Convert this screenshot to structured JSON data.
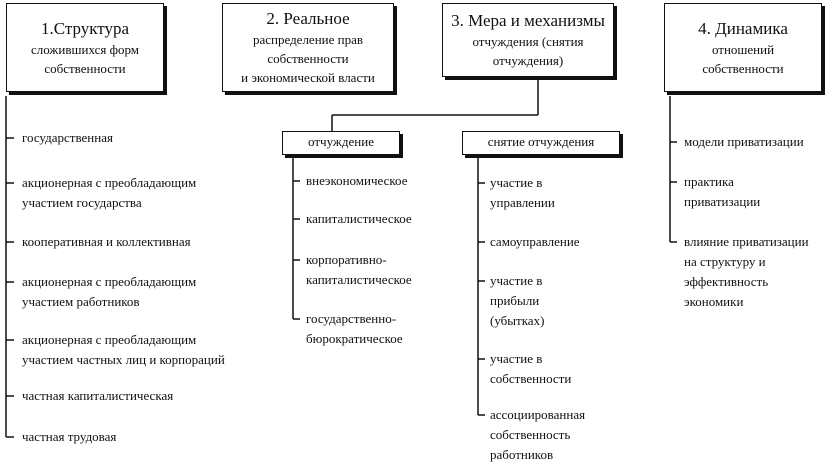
{
  "boxes": {
    "b1": {
      "title": "1.Структура",
      "lines": [
        "сложившихся форм",
        "собственности"
      ]
    },
    "b2": {
      "title": "2. Реальное",
      "lines": [
        "распределение прав",
        "собственности",
        "и экономической власти"
      ]
    },
    "b3": {
      "title": "3. Мера и механизмы",
      "lines": [
        "отчуждения (снятия",
        "отчуждения)"
      ]
    },
    "b4": {
      "title": "4. Динамика",
      "lines": [
        "отношений",
        "собственности"
      ]
    }
  },
  "sub": {
    "alienation": "отчуждение",
    "removal": "снятие отчуждения"
  },
  "col1": [
    [
      "государственная"
    ],
    [
      "акционерная с преобладающим",
      "участием  государства"
    ],
    [
      "кооперативная и коллективная"
    ],
    [
      "акционерная с преобладающим",
      "участием работников"
    ],
    [
      "акционерная с преобладающим",
      "участием частных лиц и корпораций"
    ],
    [
      "частная капиталистическая"
    ],
    [
      "частная трудовая"
    ]
  ],
  "col2": [
    [
      "внеэкономическое"
    ],
    [
      "капиталистическое"
    ],
    [
      "корпоративно-",
      "капиталистическое"
    ],
    [
      "государственно-",
      "бюрократическое"
    ]
  ],
  "col3": [
    [
      "участие в",
      "управлении"
    ],
    [
      "самоуправление"
    ],
    [
      "участие в",
      "прибыли",
      "(убытках)"
    ],
    [
      "участие в",
      "собственности"
    ],
    [
      "ассоциированная",
      "собственность",
      "работников"
    ]
  ],
  "col4": [
    [
      "модели приватизации"
    ],
    [
      "практика",
      "приватизации"
    ],
    [
      "влияние приватизации",
      "на структуру и",
      "эффективность",
      "экономики"
    ]
  ]
}
